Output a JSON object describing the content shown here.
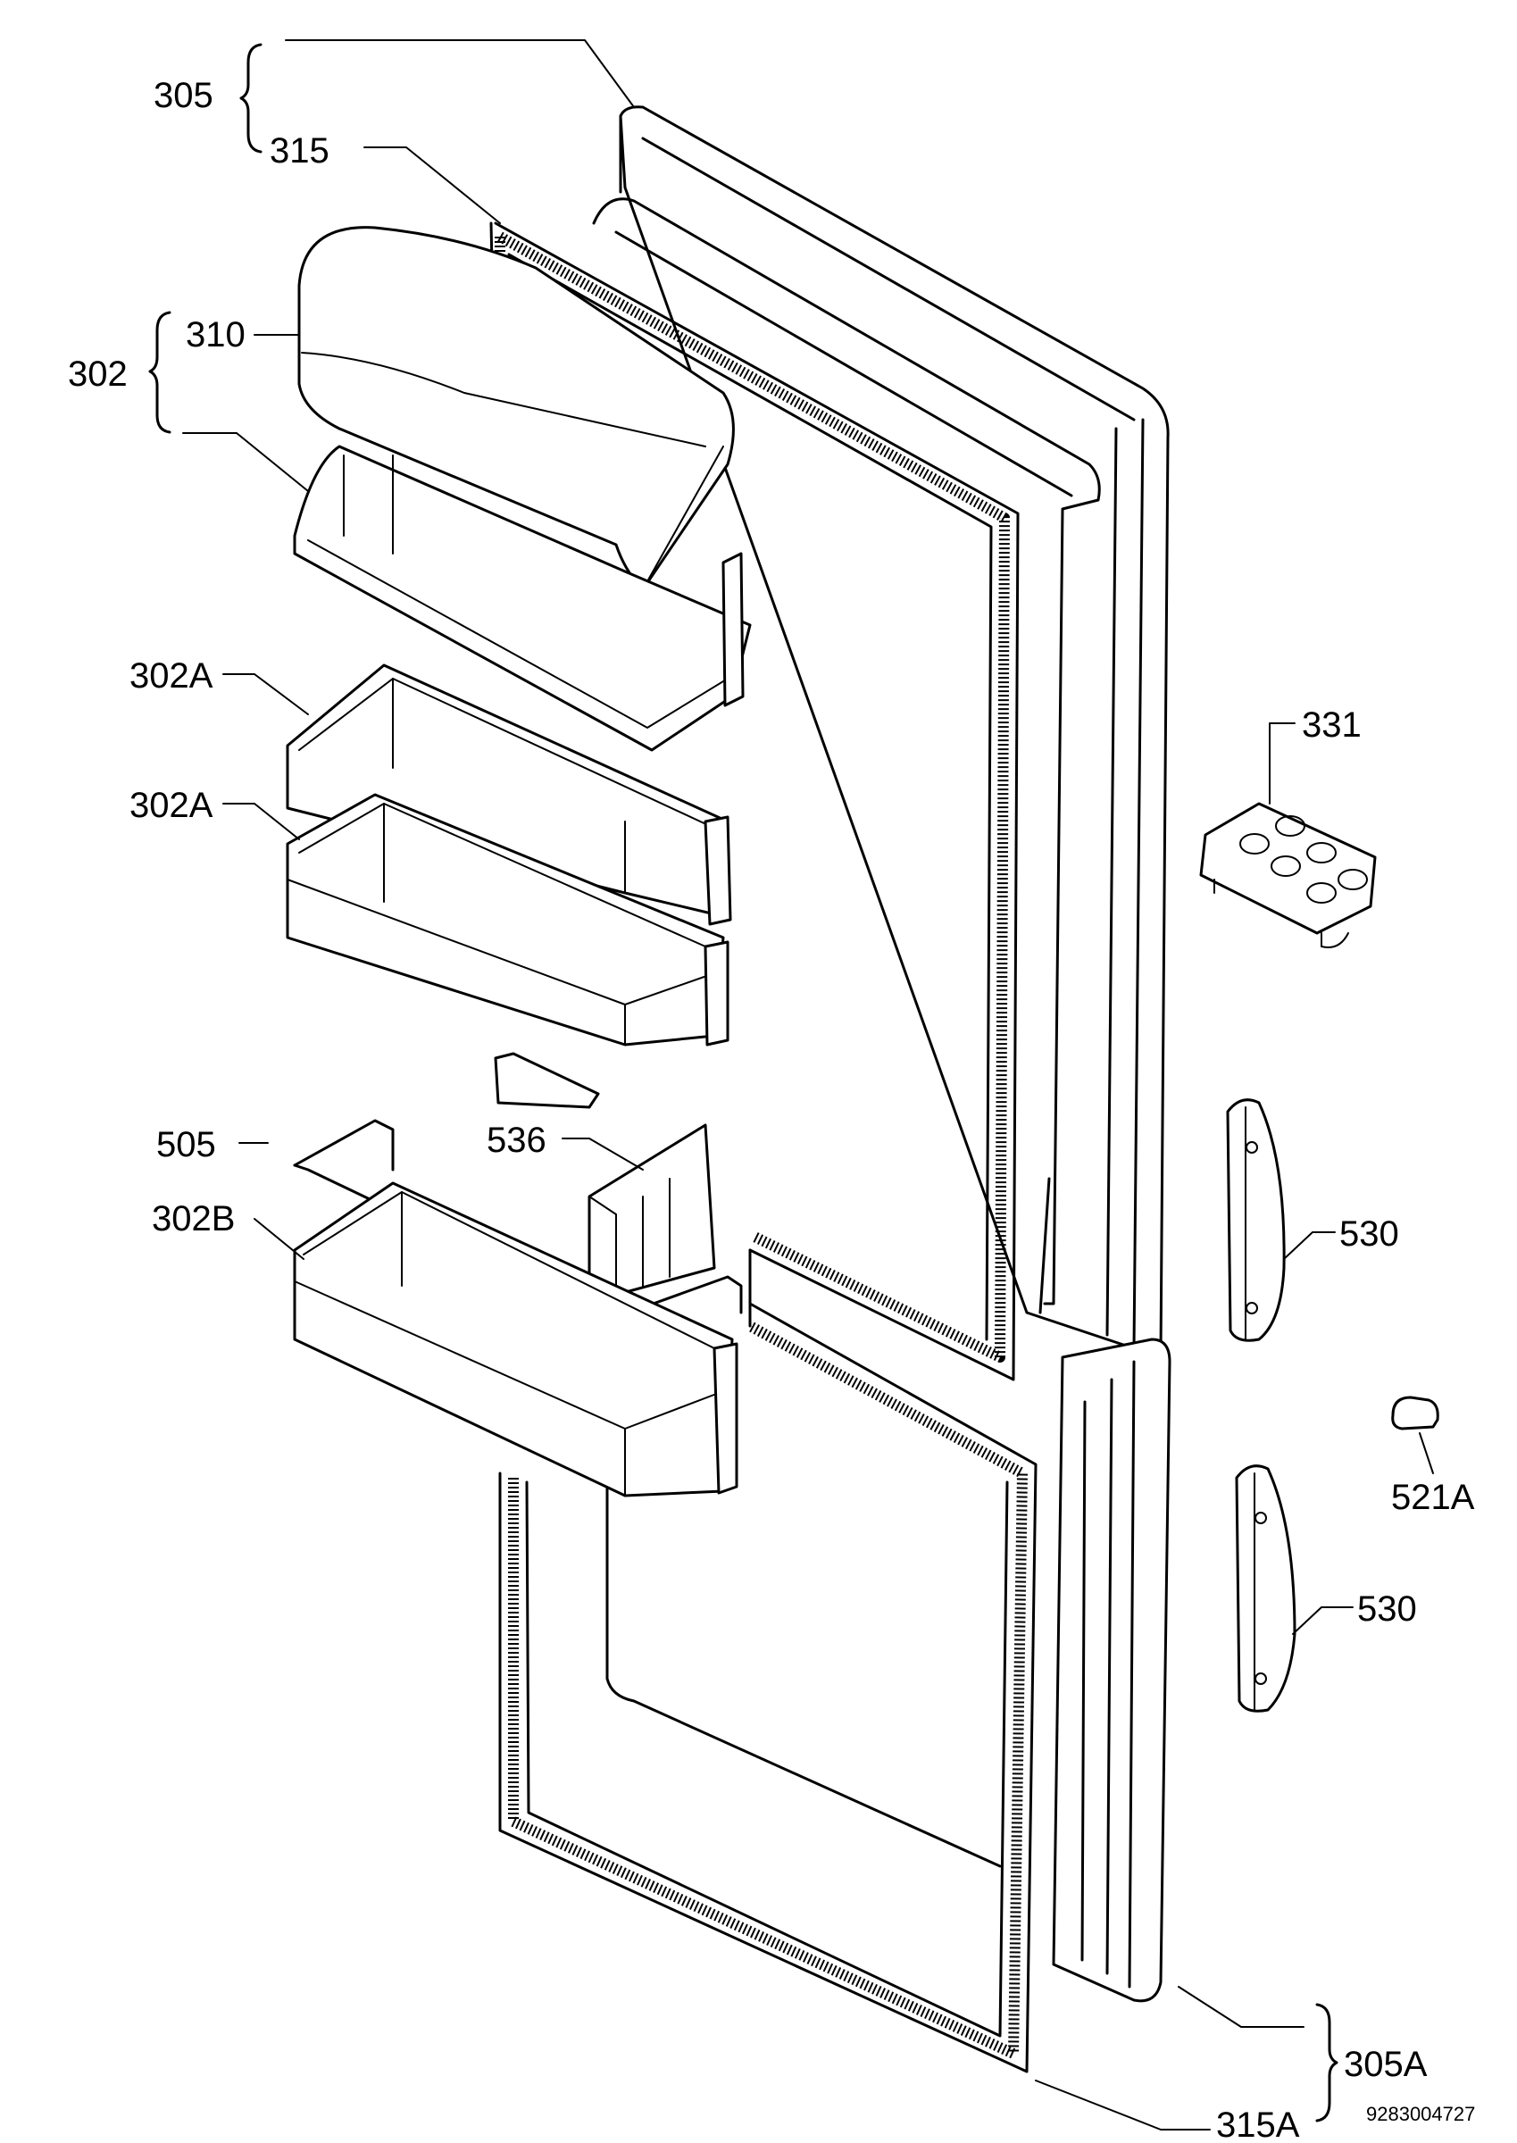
{
  "labels": {
    "l305": "305",
    "l315": "315",
    "l302": "302",
    "l310": "310",
    "l302a_1": "302A",
    "l302a_2": "302A",
    "l505": "505",
    "l536": "536",
    "l302b": "302B",
    "l331": "331",
    "l530_1": "530",
    "l530_2": "530",
    "l521a": "521A",
    "l305a": "305A",
    "l315a": "315A"
  },
  "footer": {
    "drawing_number": "9283004727"
  }
}
